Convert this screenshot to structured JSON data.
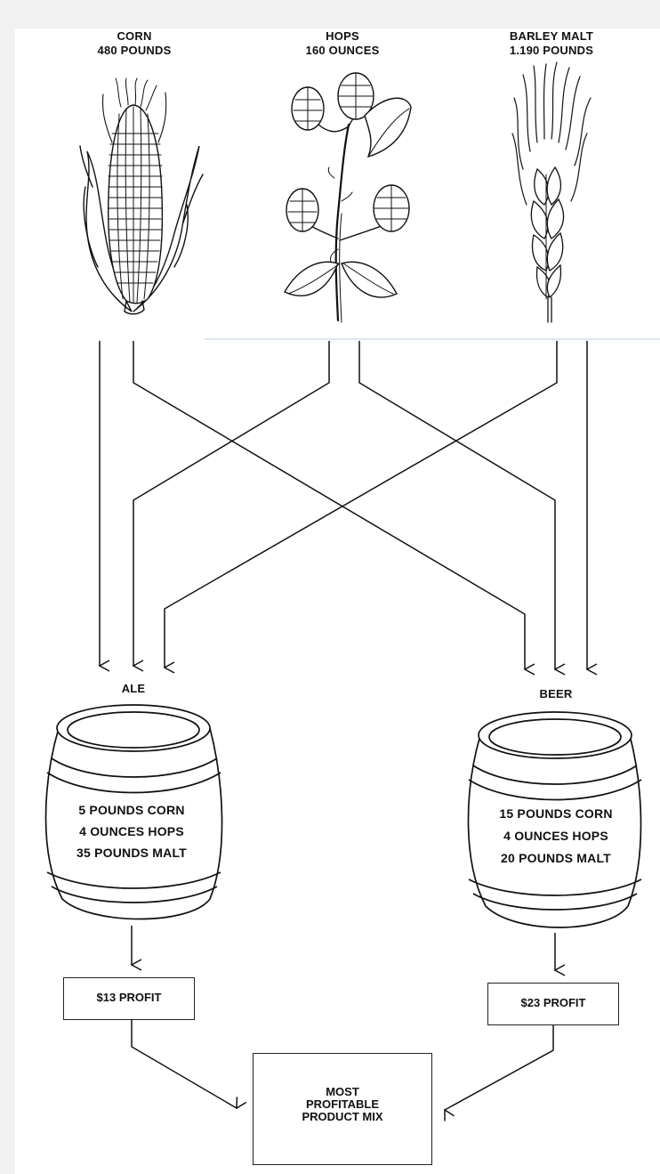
{
  "inputs": {
    "corn": {
      "name": "CORN",
      "amount": "480 POUNDS"
    },
    "hops": {
      "name": "HOPS",
      "amount": "160 OUNCES"
    },
    "barley": {
      "name": "BARLEY MALT",
      "amount": "1.190 POUNDS"
    }
  },
  "products": {
    "ale": {
      "label": "ALE",
      "recipe": [
        "5 POUNDS CORN",
        "4 OUNCES HOPS",
        "35 POUNDS MALT"
      ],
      "profit": "$13 PROFIT"
    },
    "beer": {
      "label": "BEER",
      "recipe": [
        "15 POUNDS CORN",
        "4 OUNCES HOPS",
        "20 POUNDS MALT"
      ],
      "profit": "$23 PROFIT"
    }
  },
  "result": {
    "lines": [
      "MOST",
      "PROFITABLE",
      "PRODUCT MIX"
    ]
  },
  "icons": [
    "corn-icon",
    "hops-icon",
    "barley-icon",
    "barrel-icon"
  ],
  "colors": {
    "ink": "#111111",
    "background": "#f1f1f1",
    "paper": "#ffffff"
  }
}
